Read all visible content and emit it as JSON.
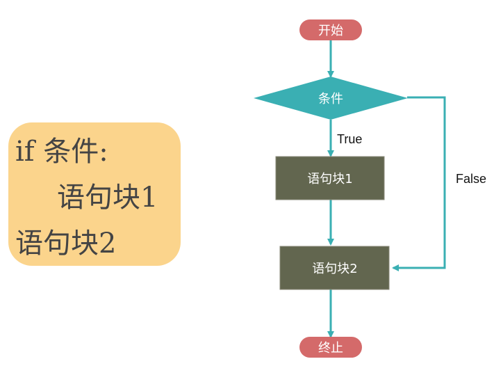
{
  "code": {
    "line1": "if 条件:",
    "line2": "语句块1",
    "line3": "语句块2"
  },
  "flow": {
    "start": "开始",
    "condition": "条件",
    "block1": "语句块1",
    "block2": "语句块2",
    "end": "终止",
    "true_label": "True",
    "false_label": "False"
  },
  "colors": {
    "terminal": "#d46a6a",
    "condition": "#3aafb3",
    "block": "#62664f",
    "arrow": "#3aafb3",
    "code_bg": "#fbd48c"
  }
}
